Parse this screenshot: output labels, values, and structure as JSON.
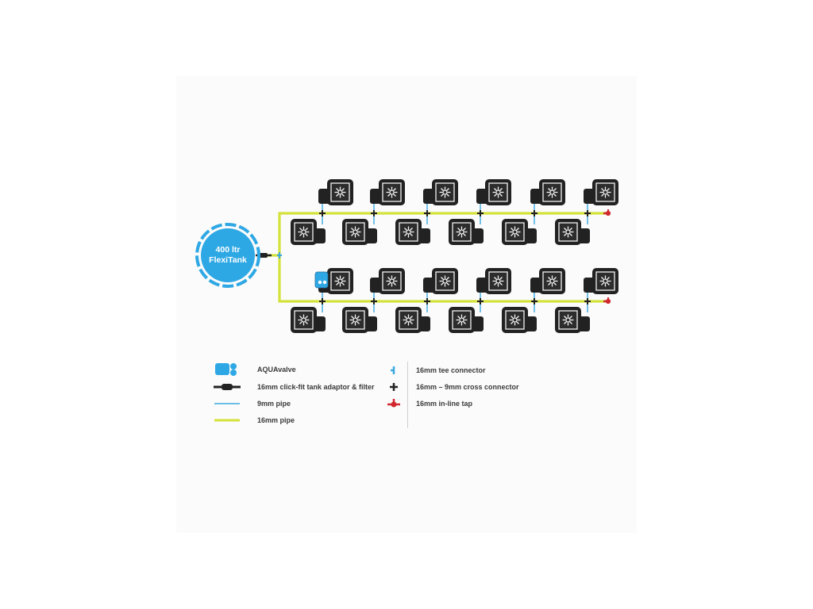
{
  "tank": {
    "label_line1": "400 ltr",
    "label_line2": "FlexiTank"
  },
  "colors": {
    "tank_blue": "#2ea8e4",
    "pipe_16mm": "#d4e23a",
    "pipe_9mm": "#3aa9e0",
    "pot_dark": "#222222",
    "tap_red": "#d0282e",
    "aquavalve_blue": "#2ea8e4"
  },
  "layout_info": {
    "blocks": 2,
    "pots_per_block": 12,
    "total_pots": 24
  },
  "legend": {
    "left": [
      {
        "icon": "aquavalve-icon",
        "label": "AQUAvalve"
      },
      {
        "icon": "tank-adaptor-filter-icon",
        "label": "16mm click-fit tank adaptor & filter"
      },
      {
        "icon": "pipe-9mm-icon",
        "label": "9mm pipe"
      },
      {
        "icon": "pipe-16mm-icon",
        "label": "16mm pipe"
      }
    ],
    "right": [
      {
        "icon": "tee-connector-icon",
        "label": "16mm tee connector"
      },
      {
        "icon": "cross-connector-icon",
        "label": "16mm – 9mm cross connector"
      },
      {
        "icon": "inline-tap-icon",
        "label": "16mm in-line tap"
      }
    ]
  }
}
